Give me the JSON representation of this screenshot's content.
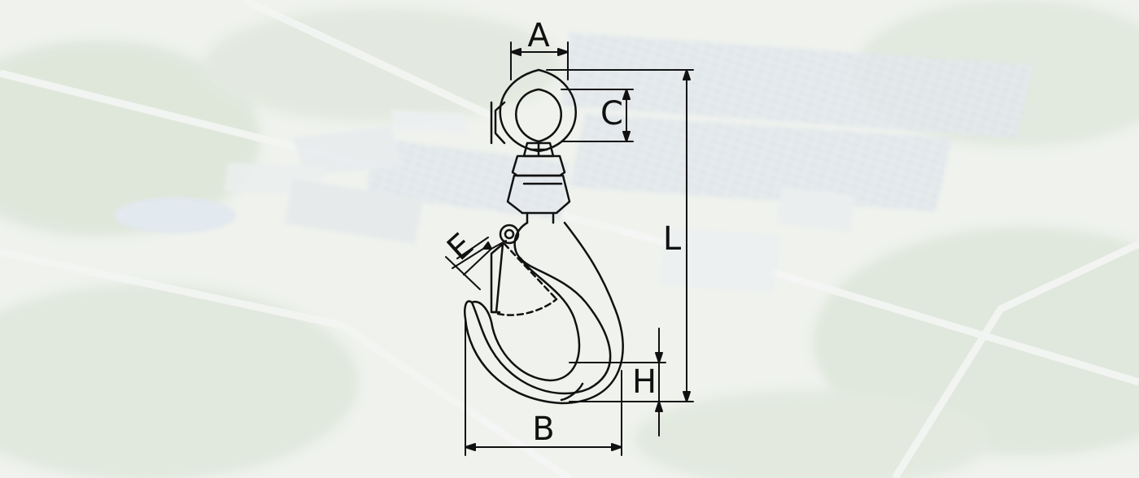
{
  "diagram": {
    "labels": {
      "a": "A",
      "b": "B",
      "c": "C",
      "e": "E",
      "h": "H",
      "l": "L"
    }
  },
  "colors": {
    "background": "#e8ece5",
    "line": "#111111"
  }
}
